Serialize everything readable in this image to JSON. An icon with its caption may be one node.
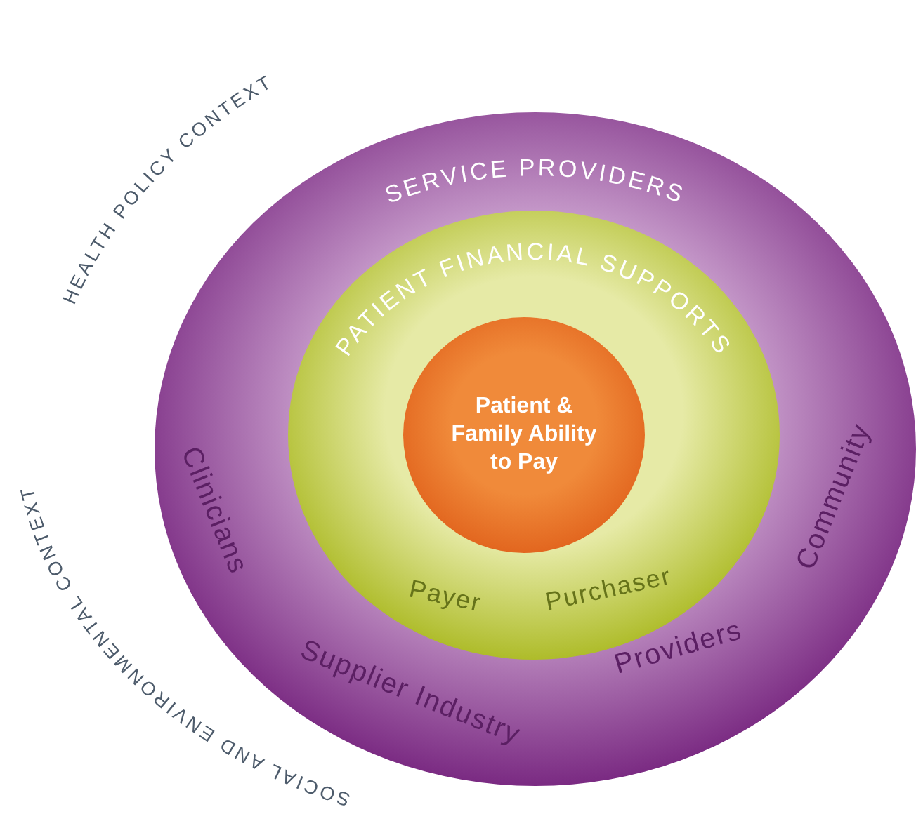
{
  "diagram": {
    "nodes": [
      {
        "text": [
          "SERVICE PROVIDERS",
          "Clinicians",
          "Supplier Industry",
          "Providers",
          "Community"
        ]
      },
      {
        "text": [
          "PATIENT FINANCIAL SUPPORTS",
          "Payer",
          "Purchaser"
        ],
        "in": 0
      },
      {
        "text": [
          "Patient & Family Ability to Pay"
        ],
        "in": 1
      }
    ],
    "labels": [
      "HEALTH POLICY CONTEXT",
      "SOCIAL AND ENVIRONMENTAL CONTEXT"
    ]
  }
}
